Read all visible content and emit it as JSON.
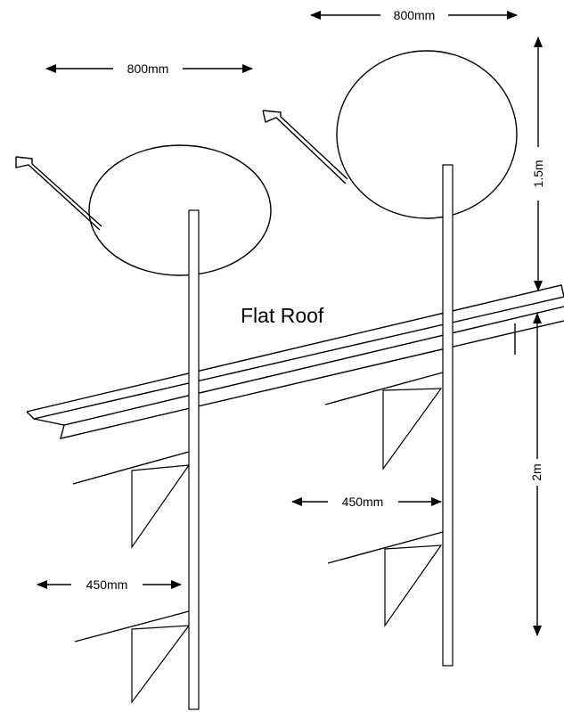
{
  "labels": {
    "dish_left_width": "800mm",
    "dish_right_width": "800mm",
    "pole_height": "1.5m",
    "mount_height": "2m",
    "roof": "Flat Roof",
    "arm_right": "450mm",
    "arm_left": "450mm"
  },
  "colors": {
    "line": "#000000",
    "background": "#ffffff"
  }
}
